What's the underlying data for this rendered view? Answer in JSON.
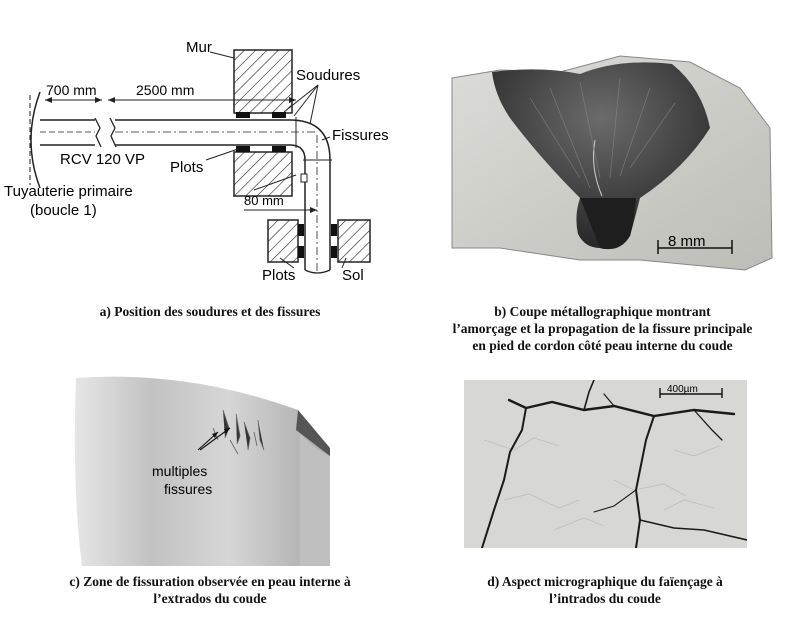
{
  "panel_a": {
    "labels": {
      "mur": "Mur",
      "soudures": "Soudures",
      "fissures": "Fissures",
      "dim_700": "700 mm",
      "dim_2500": "2500 mm",
      "rcv": "RCV 120 VP",
      "plots_top": "Plots",
      "tuyauterie": "Tuyauterie primaire",
      "boucle": "(boucle 1)",
      "dim_80": "80 mm",
      "plots_bottom": "Plots",
      "sol": "Sol"
    },
    "caption": [
      "a) Position des soudures et des fissures"
    ]
  },
  "panel_b": {
    "scale": "8 mm",
    "caption": [
      "b) Coupe métallographique montrant",
      "l’amorçage et la propagation de la fissure principale",
      "en pied de cordon côté peau interne du coude"
    ]
  },
  "panel_c": {
    "annotation": [
      "multiples",
      "fissures"
    ],
    "caption": [
      "c) Zone de fissuration observée en peau interne à",
      "l’extrados du coude"
    ]
  },
  "panel_d": {
    "scale": "400µm",
    "caption": [
      "d) Aspect micrographique du faïençage à",
      "l’intrados du coude"
    ]
  }
}
